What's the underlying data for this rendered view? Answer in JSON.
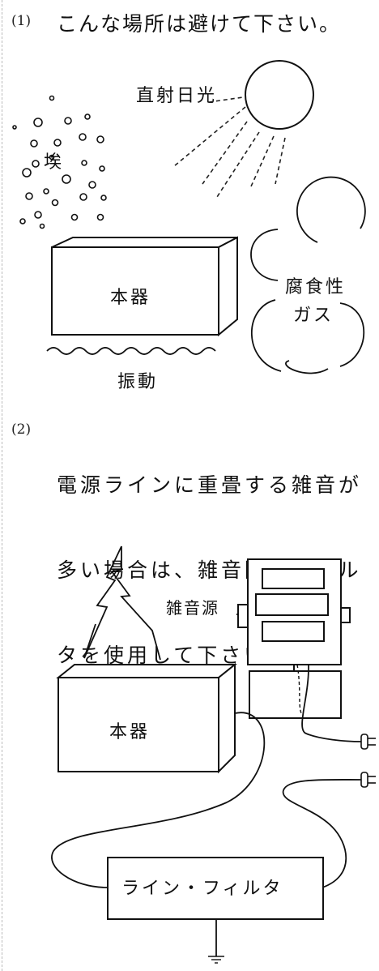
{
  "section1": {
    "number": "(1)",
    "heading": "こんな場所は避けて下さい。",
    "labels": {
      "sunlight": "直射日光",
      "dust": "埃",
      "corrosive_gas_line1": "腐食性",
      "corrosive_gas_line2": "ガス",
      "device": "本器",
      "vibration": "振動"
    }
  },
  "section2": {
    "number": "(2)",
    "text_lines": [
      "電源ラインに重畳する雑音が",
      "多い場合は、雑音除去フィル",
      "タを使用して下さい。"
    ],
    "labels": {
      "noise_source": "雑音源",
      "device": "本器",
      "line_filter": "ライン・フィルタ"
    }
  }
}
